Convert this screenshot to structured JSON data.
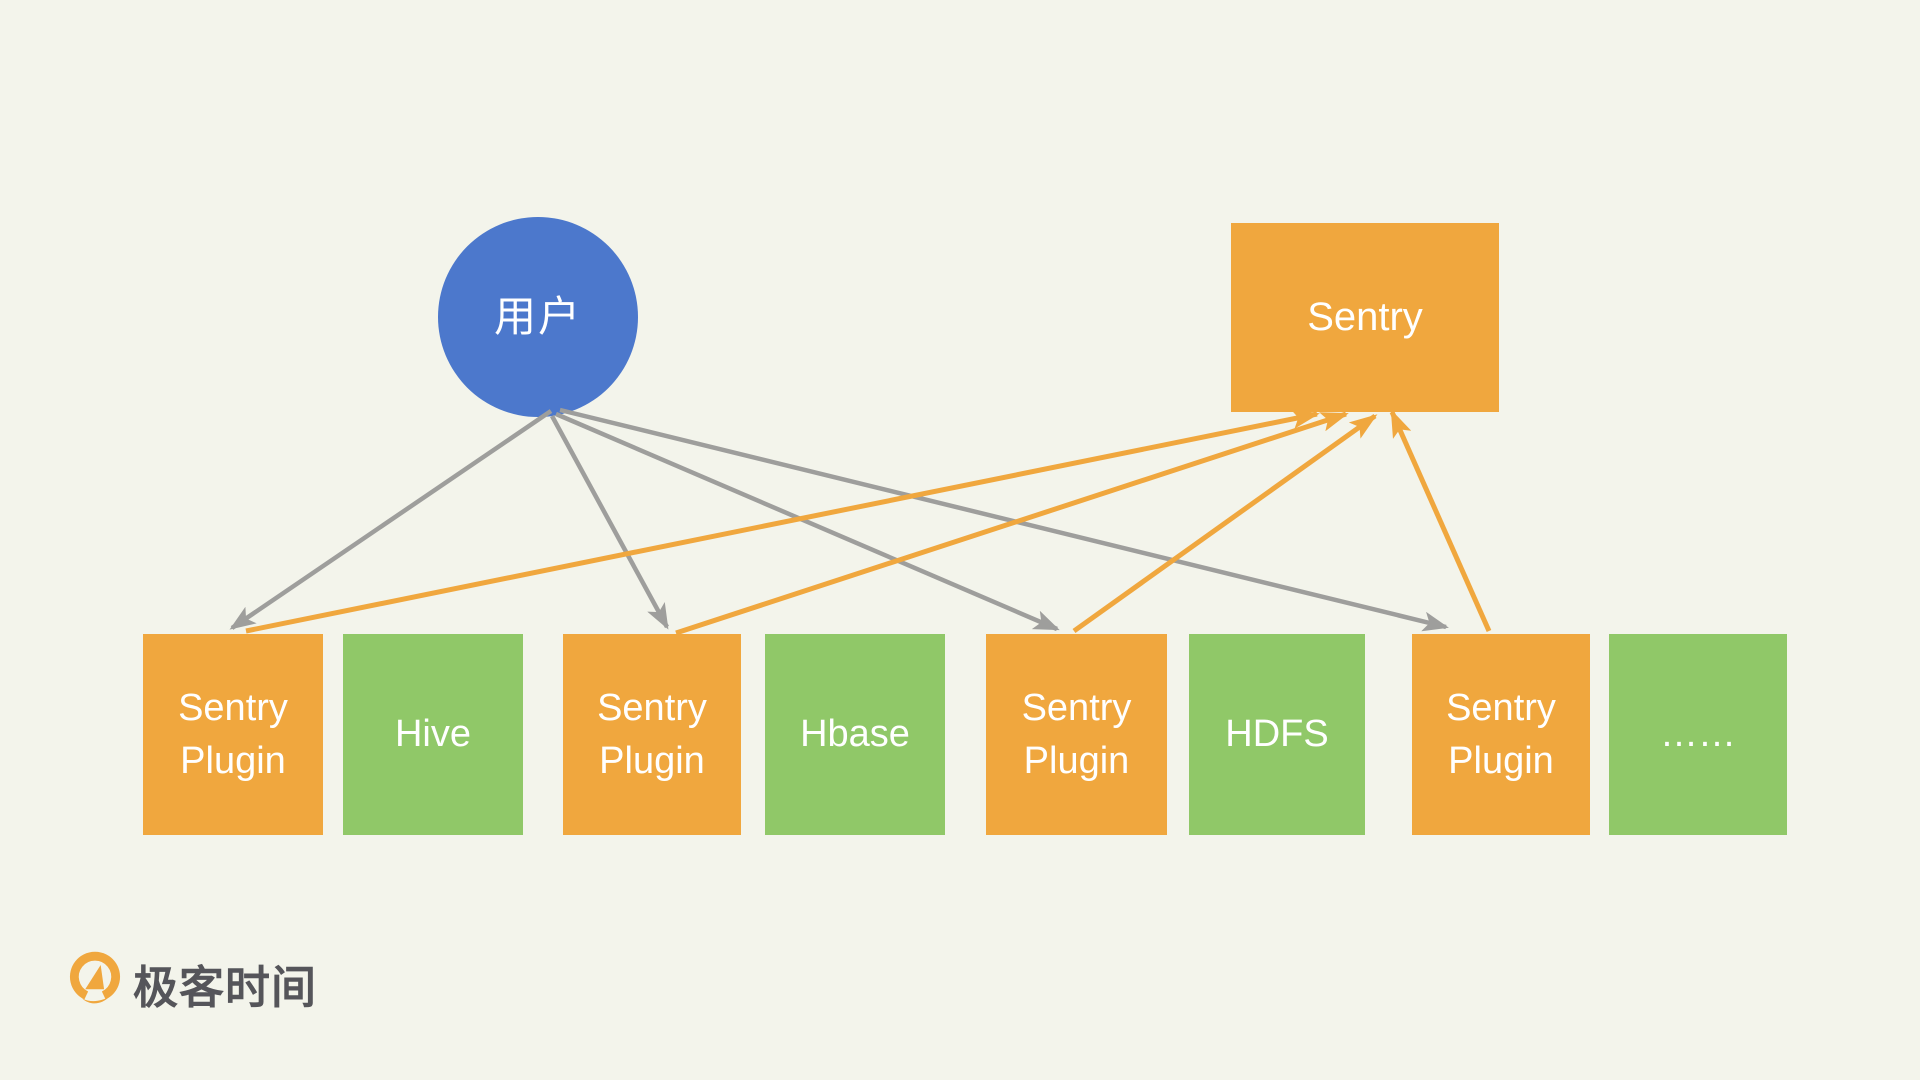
{
  "diagram": {
    "user": {
      "label": "用户"
    },
    "sentry": {
      "label": "Sentry"
    },
    "services": [
      {
        "id": "plugin1",
        "label": "Sentry Plugin",
        "type": "plugin"
      },
      {
        "id": "hive",
        "label": "Hive",
        "type": "service"
      },
      {
        "id": "plugin2",
        "label": "Sentry Plugin",
        "type": "plugin"
      },
      {
        "id": "hbase",
        "label": "Hbase",
        "type": "service"
      },
      {
        "id": "plugin3",
        "label": "Sentry Plugin",
        "type": "plugin"
      },
      {
        "id": "hdfs",
        "label": "HDFS",
        "type": "service"
      },
      {
        "id": "plugin4",
        "label": "Sentry Plugin",
        "type": "plugin"
      },
      {
        "id": "more",
        "label": "……",
        "type": "service"
      }
    ],
    "edges": [
      {
        "from": "user",
        "to": "plugin1",
        "kind": "request"
      },
      {
        "from": "user",
        "to": "plugin2",
        "kind": "request"
      },
      {
        "from": "user",
        "to": "plugin3",
        "kind": "request"
      },
      {
        "from": "user",
        "to": "plugin4",
        "kind": "request"
      },
      {
        "from": "plugin1",
        "to": "sentry",
        "kind": "authorize"
      },
      {
        "from": "plugin2",
        "to": "sentry",
        "kind": "authorize"
      },
      {
        "from": "plugin3",
        "to": "sentry",
        "kind": "authorize"
      },
      {
        "from": "plugin4",
        "to": "sentry",
        "kind": "authorize"
      }
    ],
    "colors": {
      "background": "#F3F4EB",
      "user_node": "#4C78CC",
      "plugin_node": "#F0A73E",
      "service_node": "#90C868",
      "request_arrow": "#9E9E9C",
      "authorize_arrow": "#F0A73E",
      "node_text": "#FFFFFF",
      "brand_text": "#55555A",
      "brand_icon": "#F0A73E"
    }
  },
  "footer": {
    "brand": "极客时间",
    "logo_icon": "geektime-logo"
  }
}
